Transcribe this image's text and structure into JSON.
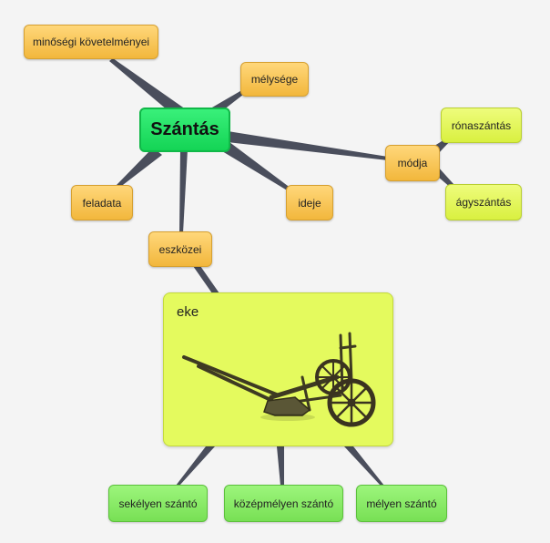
{
  "root": {
    "label": "Szántás"
  },
  "nodes": {
    "minosegi": "minőségi követelményei",
    "melysege": "mélysége",
    "feladata": "feladata",
    "ideje": "ideje",
    "modja": "módja",
    "ronaszantas": "rónaszántás",
    "agyszantas": "ágyszántás",
    "eszkozei": "eszközei",
    "eke": "eke",
    "sekelyen": "sekélyen szántó",
    "kozepmelyen": "középmélyen szántó",
    "melyen": "mélyen szántó"
  },
  "colors": {
    "root": "#14d455",
    "topic": "#f2b73c",
    "subtopic_lime": "#d9f040",
    "subtopic_green": "#78e055",
    "edge": "#4a4e5c"
  },
  "image": {
    "icon": "plough-illustration"
  }
}
